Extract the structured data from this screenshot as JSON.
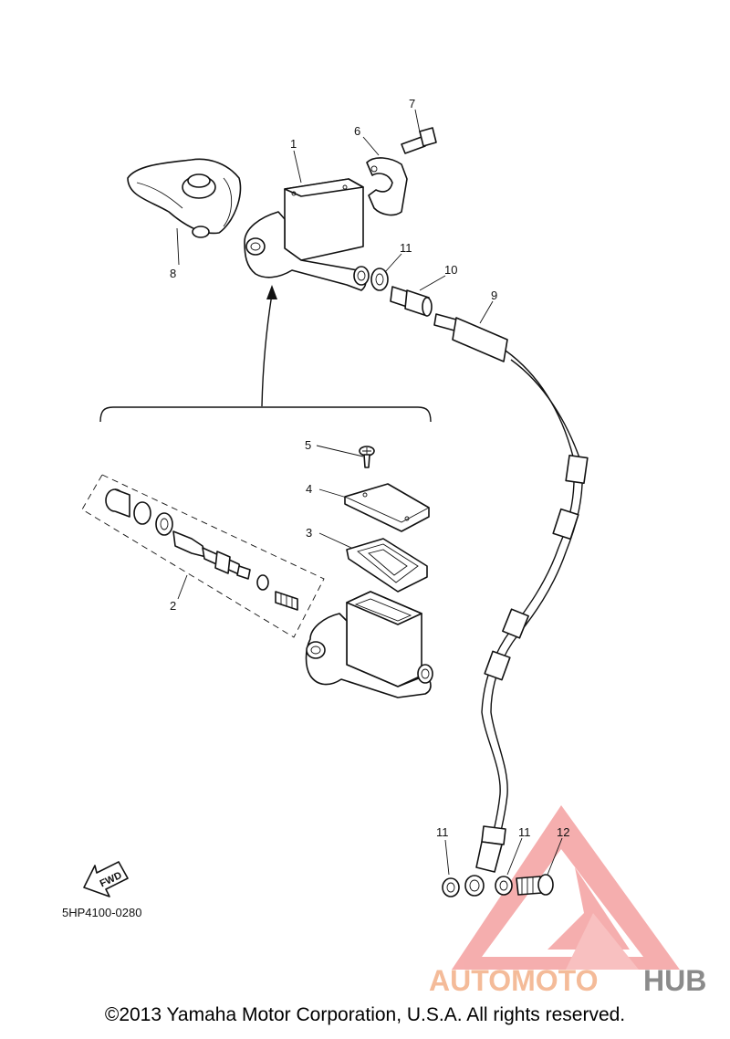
{
  "callouts": [
    "1",
    "2",
    "3",
    "4",
    "5",
    "6",
    "7",
    "8",
    "9",
    "10",
    "11",
    "11",
    "11",
    "12"
  ],
  "fwd_label": "FWD",
  "diagram_code": "5HP4100-0280",
  "watermark": {
    "text_part1": "AUTOMOTO",
    "text_part2": "HUB",
    "color_primary": "#f4a0a0",
    "color_accent": "#ee8a4a",
    "color_dark": "#6b6b6b"
  },
  "copyright": "©2013 Yamaha Motor Corporation, U.S.A. All rights reserved."
}
